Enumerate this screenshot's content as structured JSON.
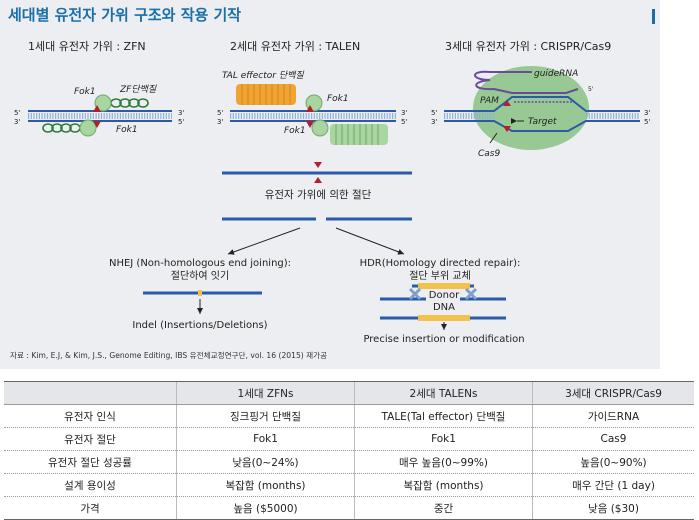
{
  "header": {
    "title": "세대별 유전자 가위 구조와 작용 기작"
  },
  "gen1": {
    "title": "1세대 유전자 가위 : ZFN",
    "fok1_top": "Fok1",
    "zf": "ZF단백질",
    "fok1_bottom": "Fok1"
  },
  "gen2": {
    "title": "2세대 유전자 가위 : TALEN",
    "tal": "TAL effector 단백질",
    "fok1_top": "Fok1",
    "fok1_bottom": "Fok1"
  },
  "gen3": {
    "title": "3세대 유전자 가위 : CRISPR/Cas9",
    "guide": "guideRNA",
    "pam": "PAM",
    "target": "Target",
    "cas9": "Cas9"
  },
  "strand": {
    "p5": "5'",
    "p3": "3'"
  },
  "flow": {
    "cut": "유전자 가위에 의한 절단",
    "nhej_1": "NHEJ (Non-homologous end joining):",
    "nhej_2": "절단하여 잇기",
    "indel": "Indel (Insertions/Deletions)",
    "hdr_1": "HDR(Homology directed repair):",
    "hdr_2": "절단 부위 교체",
    "donor_1": "Donor",
    "donor_2": "DNA",
    "precise": "Precise insertion or modification"
  },
  "source": "자료 : Kim, E.J, & Kim, J.S., Genome Editing, IBS 유전체교정연구단, vol. 16 (2015) 재가공",
  "table": {
    "headers": [
      "",
      "1세대 ZFNs",
      "2세대 TALENs",
      "3세대 CRISPR/Cas9"
    ],
    "rows": [
      [
        "유전자 인식",
        "징크핑거 단백질",
        "TALE(Tal effector) 단백질",
        "가이드RNA"
      ],
      [
        "유전자 절단",
        "Fok1",
        "Fok1",
        "Cas9"
      ],
      [
        "유전자 절단 성공률",
        "낮음(0~24%)",
        "매우 높음(0~99%)",
        "높음(0~90%)"
      ],
      [
        "설계 용이성",
        "복잡함 (months)",
        "복잡함 (months)",
        "매우 간단 (1 day)"
      ],
      [
        "가격",
        "높음 ($5000)",
        "중간",
        "낮음 ($30)"
      ]
    ]
  },
  "colors": {
    "title": "#1b6fa8",
    "dna_blue": "#2a5aa8",
    "dna_light": "#8fb1dc",
    "cut_mark": "#b21f2d",
    "zf_green": "#2e7a3a",
    "tal_orange": "#f0a431",
    "fok_green": "#a8d5a0",
    "cas9_green": "#8fc48a",
    "grna_purple": "#6a4a9c",
    "donor_yellow": "#f2c14e"
  }
}
